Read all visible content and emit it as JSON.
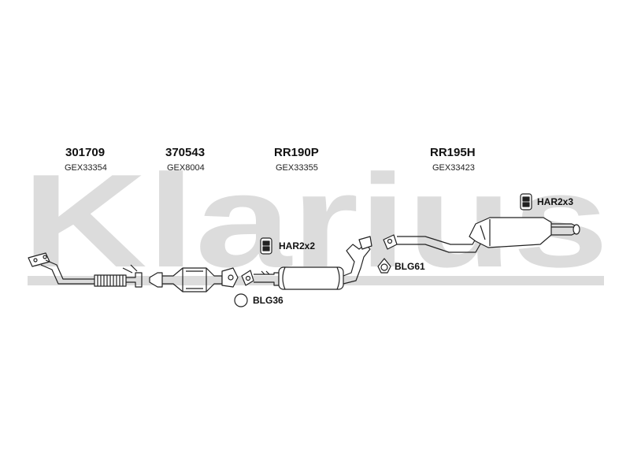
{
  "brand": {
    "watermark": "Klarius",
    "watermark_color": "#d9d9d9"
  },
  "parts": [
    {
      "code": "301709",
      "ref": "GEX33354"
    },
    {
      "code": "370543",
      "ref": "GEX8004"
    },
    {
      "code": "RR190P",
      "ref": "GEX33355"
    },
    {
      "code": "RR195H",
      "ref": "GEX33423"
    }
  ],
  "accessories": [
    {
      "label": "HAR2x2",
      "icon": "rubber-hanger-icon"
    },
    {
      "label": "HAR2x3",
      "icon": "rubber-hanger-icon"
    },
    {
      "label": "BLG61",
      "icon": "flange-gasket-icon"
    },
    {
      "label": "BLG36",
      "icon": "ring-gasket-icon"
    }
  ],
  "colors": {
    "line": "#222222",
    "fill": "#ffffff",
    "shade": "#cccccc"
  }
}
